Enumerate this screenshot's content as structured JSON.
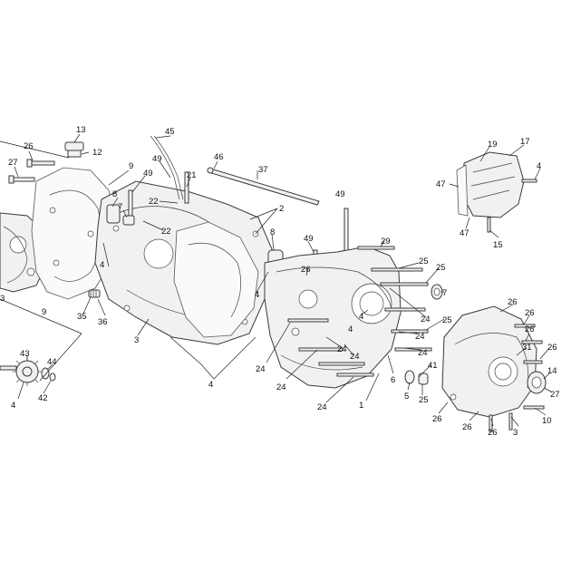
{
  "callouts": [
    {
      "id": "c13a",
      "text": "13"
    },
    {
      "id": "c12",
      "text": "12"
    },
    {
      "id": "c26a",
      "text": "26"
    },
    {
      "id": "c27a",
      "text": "27"
    },
    {
      "id": "c9a",
      "text": "9"
    },
    {
      "id": "c49a",
      "text": "49"
    },
    {
      "id": "c45",
      "text": "45"
    },
    {
      "id": "c49b",
      "text": "49"
    },
    {
      "id": "c21",
      "text": "21"
    },
    {
      "id": "c46",
      "text": "46"
    },
    {
      "id": "c37",
      "text": "37"
    },
    {
      "id": "c8a",
      "text": "8"
    },
    {
      "id": "c7a",
      "text": "7"
    },
    {
      "id": "c22a",
      "text": "22"
    },
    {
      "id": "c22b",
      "text": "22"
    },
    {
      "id": "c2",
      "text": "2"
    },
    {
      "id": "c49c",
      "text": "49"
    },
    {
      "id": "c4a",
      "text": "4"
    },
    {
      "id": "c4b",
      "text": "4"
    },
    {
      "id": "c3a",
      "text": "3"
    },
    {
      "id": "c9b",
      "text": "9"
    },
    {
      "id": "c35",
      "text": "35"
    },
    {
      "id": "c36",
      "text": "36"
    },
    {
      "id": "c3b",
      "text": "3"
    },
    {
      "id": "c8b",
      "text": "8"
    },
    {
      "id": "c49d",
      "text": "49"
    },
    {
      "id": "c26b",
      "text": "26"
    },
    {
      "id": "c4c",
      "text": "4"
    },
    {
      "id": "c29",
      "text": "29"
    },
    {
      "id": "c25a",
      "text": "25"
    },
    {
      "id": "c25b",
      "text": "25"
    },
    {
      "id": "c7b",
      "text": "7"
    },
    {
      "id": "c24a",
      "text": "24"
    },
    {
      "id": "c25c",
      "text": "25"
    },
    {
      "id": "c4d",
      "text": "4"
    },
    {
      "id": "c24b",
      "text": "24"
    },
    {
      "id": "c24c",
      "text": "24"
    },
    {
      "id": "c24d",
      "text": "24"
    },
    {
      "id": "c24e",
      "text": "24"
    },
    {
      "id": "c24f",
      "text": "24"
    },
    {
      "id": "c24g",
      "text": "24"
    },
    {
      "id": "c24h",
      "text": "24"
    },
    {
      "id": "c1",
      "text": "1"
    },
    {
      "id": "c4e",
      "text": "4"
    },
    {
      "id": "c6",
      "text": "6"
    },
    {
      "id": "c5",
      "text": "5"
    },
    {
      "id": "c25d",
      "text": "25"
    },
    {
      "id": "c41",
      "text": "41"
    },
    {
      "id": "c43",
      "text": "43"
    },
    {
      "id": "c44",
      "text": "44"
    },
    {
      "id": "c42",
      "text": "42"
    },
    {
      "id": "c4f",
      "text": "4"
    },
    {
      "id": "c19",
      "text": "19"
    },
    {
      "id": "c17",
      "text": "17"
    },
    {
      "id": "c47a",
      "text": "47"
    },
    {
      "id": "c4g",
      "text": "4"
    },
    {
      "id": "c47b",
      "text": "47"
    },
    {
      "id": "c15",
      "text": "15"
    },
    {
      "id": "c26c",
      "text": "26"
    },
    {
      "id": "c26d",
      "text": "26"
    },
    {
      "id": "c26e",
      "text": "26"
    },
    {
      "id": "c26f",
      "text": "26"
    },
    {
      "id": "c31",
      "text": "31"
    },
    {
      "id": "c14",
      "text": "14"
    },
    {
      "id": "c27b",
      "text": "27"
    },
    {
      "id": "c10",
      "text": "10"
    },
    {
      "id": "c26g",
      "text": "26"
    },
    {
      "id": "c26h",
      "text": "26"
    },
    {
      "id": "c26i",
      "text": "26"
    },
    {
      "id": "c3c",
      "text": "3"
    }
  ]
}
